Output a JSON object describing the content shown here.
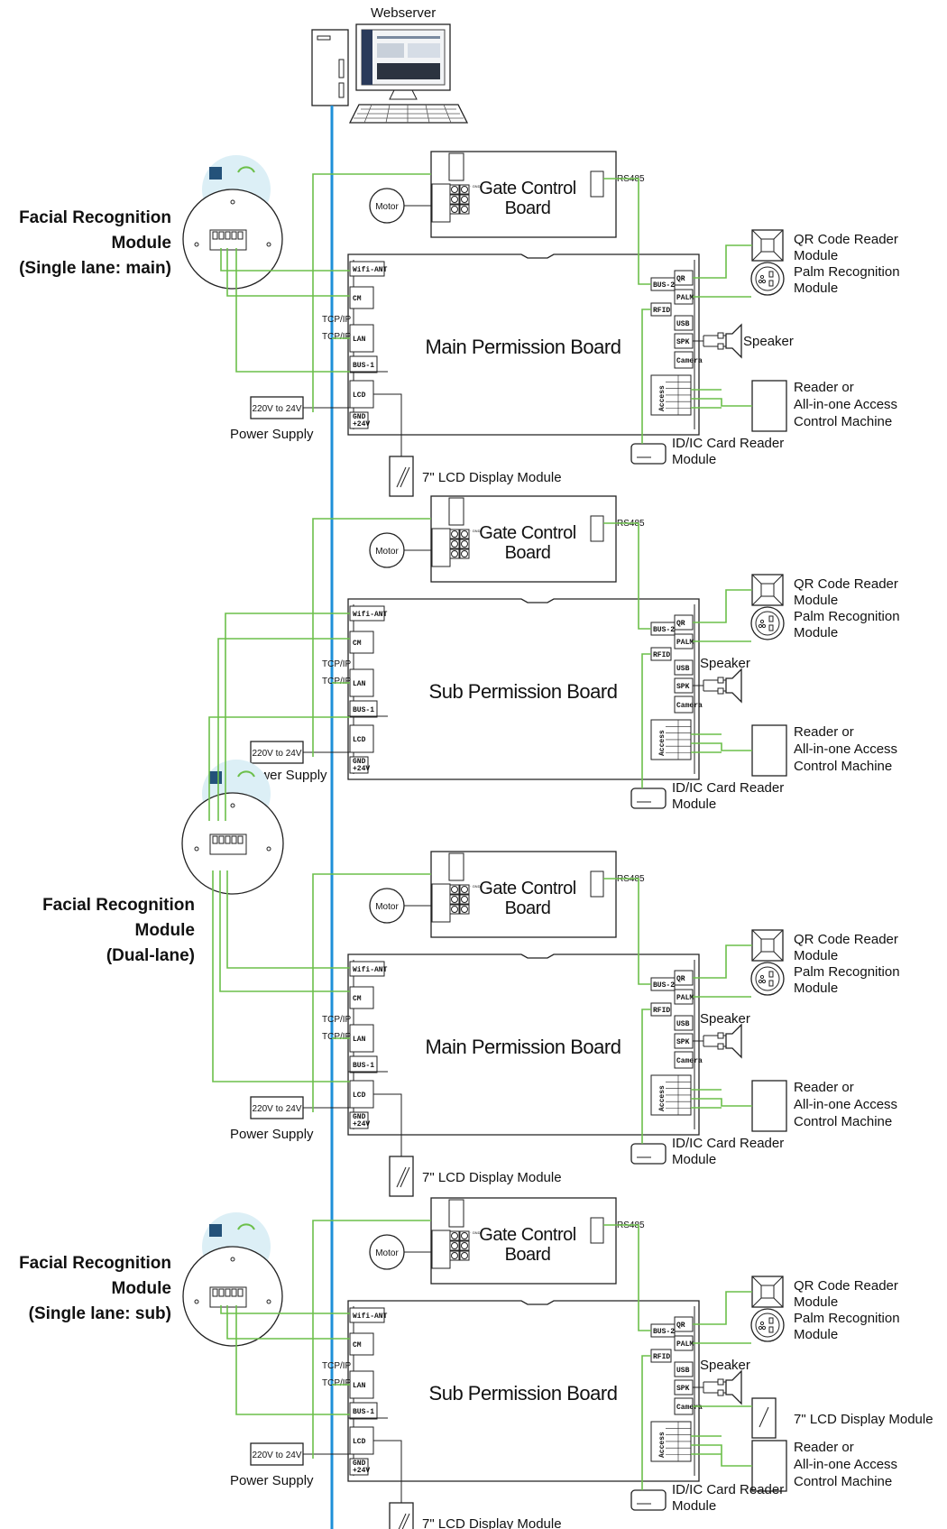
{
  "webserver": {
    "label": "Webserver"
  },
  "labels": {
    "gate_control_board": [
      "Gate Control",
      "Board"
    ],
    "motor": "Motor",
    "rs485": "RS485",
    "tcpip": "TCP/IP",
    "power_supply_voltage": "220V to 24V",
    "power_supply": "Power Supply",
    "lcd_module": "7\" LCD Display Module",
    "qr_reader": [
      "QR Code Reader",
      "Module"
    ],
    "palm_reader": [
      "Palm Recognition",
      "Module"
    ],
    "speaker": "Speaker",
    "reader_machine": [
      "Reader or",
      "All-in-one Access",
      "Control Machine"
    ],
    "idic_reader": [
      "ID/IC Card Reader",
      "Module"
    ],
    "ports": {
      "wifi": "Wifi-ANT",
      "cm": "CM",
      "lan": "LAN",
      "bus1": "BUS-1",
      "lcd": "LCD",
      "power": [
        "GND",
        "+24V"
      ],
      "qr": "QR",
      "palm": "PALM",
      "bus2": "BUS-2",
      "rfid": "RFID",
      "usb": "USB",
      "spk": "SPK",
      "camera": "Camera",
      "access": "Access"
    }
  },
  "boards": [
    {
      "title": "Main Permission Board"
    },
    {
      "title": "Sub Permission Board"
    },
    {
      "title": "Main Permission Board"
    },
    {
      "title": "Sub Permission Board"
    }
  ],
  "facial_modules": [
    {
      "lines": [
        "Facial Recognition",
        "Module",
        "(Single lane: main)"
      ]
    },
    {
      "lines": [
        "Facial Recognition",
        "Module",
        "(Dual-lane)"
      ]
    },
    {
      "lines": [
        "Facial Recognition",
        "Module",
        "(Single lane: sub)"
      ]
    }
  ]
}
